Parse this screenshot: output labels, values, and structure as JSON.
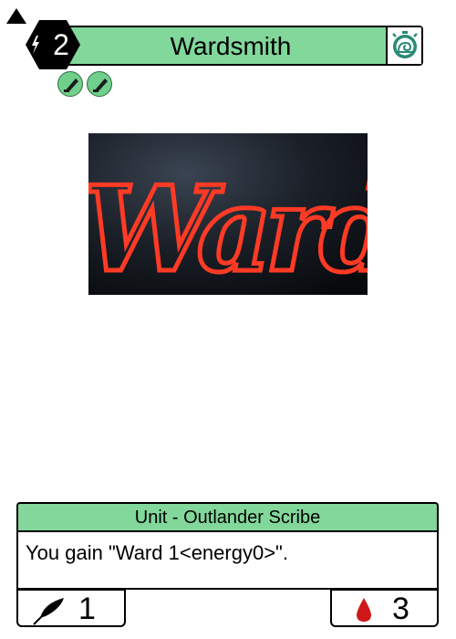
{
  "card": {
    "cost": "2",
    "name": "Wardsmith",
    "type_line": "Unit - Outlander Scribe",
    "ability_text": "You gain \"Ward 1<energy0>\".",
    "attack": "1",
    "health": "3",
    "art_text": "Ward."
  },
  "icons": {
    "cost": "lightning-hexagon-icon",
    "speed": "stopwatch-snail-icon",
    "tags": [
      "quill-eraser-icon",
      "quill-eraser-icon"
    ],
    "attack": "quill-icon",
    "health": "blood-drop-icon"
  },
  "colors": {
    "frame_green": "#82d79a",
    "tag_green": "#6fcf8b",
    "health_red": "#d01818",
    "art_neon": "#f03a2a"
  }
}
